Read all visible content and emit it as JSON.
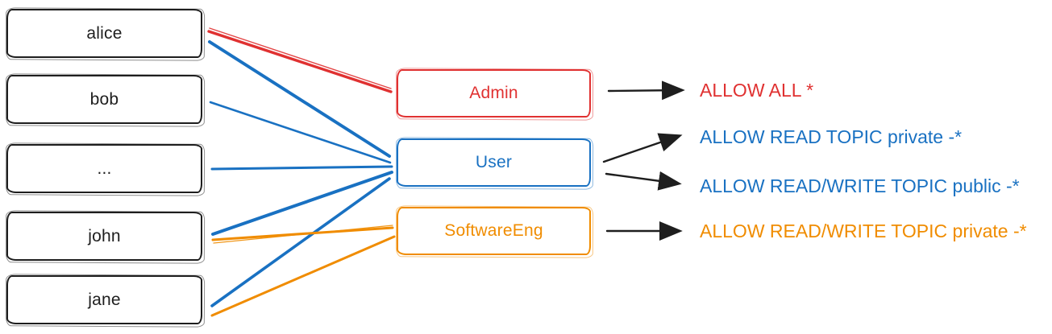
{
  "users": [
    {
      "label": "alice"
    },
    {
      "label": "bob"
    },
    {
      "label": "..."
    },
    {
      "label": "john"
    },
    {
      "label": "jane"
    }
  ],
  "roles": [
    {
      "label": "Admin",
      "color": "#e03131"
    },
    {
      "label": "User",
      "color": "#1971c2"
    },
    {
      "label": "SoftwareEng",
      "color": "#f08c00"
    }
  ],
  "permissions": [
    {
      "label": "ALLOW ALL *",
      "color": "#e03131"
    },
    {
      "label": "ALLOW READ TOPIC private -*",
      "color": "#1971c2"
    },
    {
      "label": "ALLOW READ/WRITE TOPIC public -*",
      "color": "#1971c2"
    },
    {
      "label": "ALLOW READ/WRITE TOPIC private -*",
      "color": "#f08c00"
    }
  ],
  "assignments": [
    {
      "user": "alice",
      "role": "Admin"
    },
    {
      "user": "alice",
      "role": "User"
    },
    {
      "user": "bob",
      "role": "User"
    },
    {
      "user": "...",
      "role": "User"
    },
    {
      "user": "john",
      "role": "User"
    },
    {
      "user": "john",
      "role": "SoftwareEng"
    },
    {
      "user": "jane",
      "role": "User"
    },
    {
      "user": "jane",
      "role": "SoftwareEng"
    }
  ],
  "grants": [
    {
      "role": "Admin",
      "permission": "ALLOW ALL *"
    },
    {
      "role": "User",
      "permission": "ALLOW READ TOPIC private -*"
    },
    {
      "role": "User",
      "permission": "ALLOW READ/WRITE TOPIC public -*"
    },
    {
      "role": "SoftwareEng",
      "permission": "ALLOW READ/WRITE TOPIC private -*"
    }
  ],
  "colors": {
    "stroke_black": "#1e1e1e",
    "red": "#e03131",
    "blue": "#1971c2",
    "orange": "#f08c00",
    "background": "#ffffff"
  }
}
